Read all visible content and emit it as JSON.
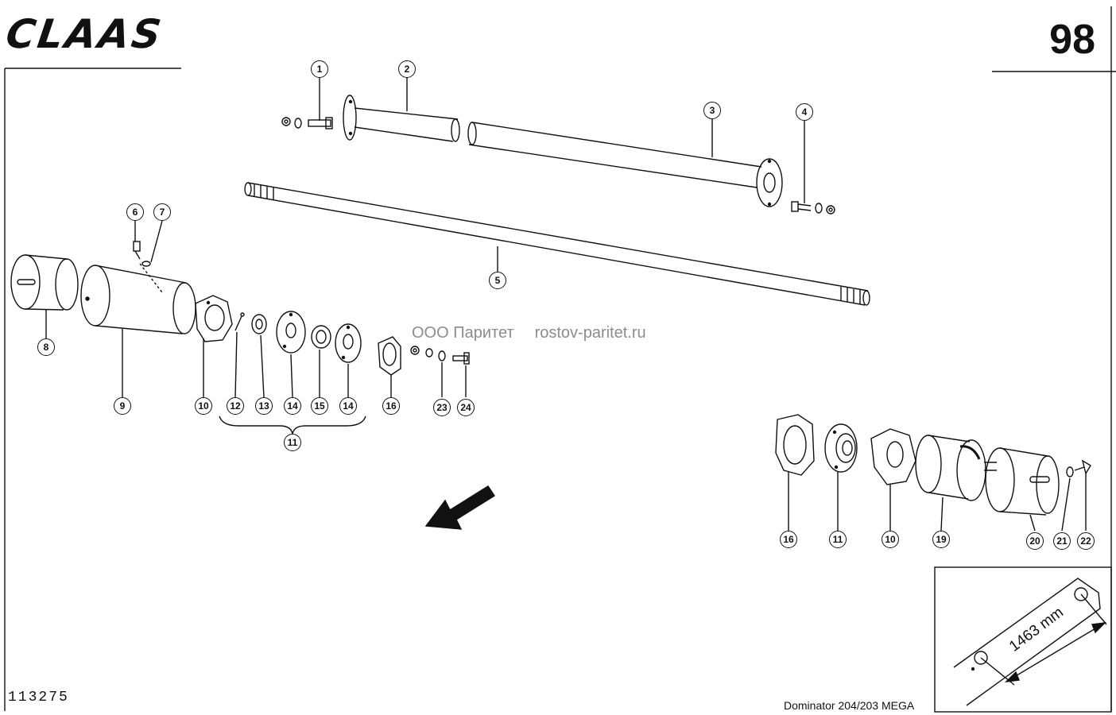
{
  "header": {
    "brand": "CLAAS",
    "page_number": "98"
  },
  "footer": {
    "drawing_number": "113275",
    "model": "Dominator 204/203 MEGA"
  },
  "watermark": {
    "company": "ООО Паритет",
    "site": "rostov-paritet.ru"
  },
  "callouts": {
    "c1": "1",
    "c2": "2",
    "c3": "3",
    "c4": "4",
    "c5": "5",
    "c6": "6",
    "c7": "7",
    "c8": "8",
    "c9": "9",
    "c10": "10",
    "c12": "12",
    "c13": "13",
    "c14a": "14",
    "c15": "15",
    "c14b": "14",
    "c16": "16",
    "c23": "23",
    "c24": "24",
    "c11": "11",
    "c16r": "16",
    "c11r": "11",
    "c10r": "10",
    "c19": "19",
    "c20": "20",
    "c21": "21",
    "c22": "22"
  },
  "inset": {
    "dimension": "1463 mm"
  }
}
